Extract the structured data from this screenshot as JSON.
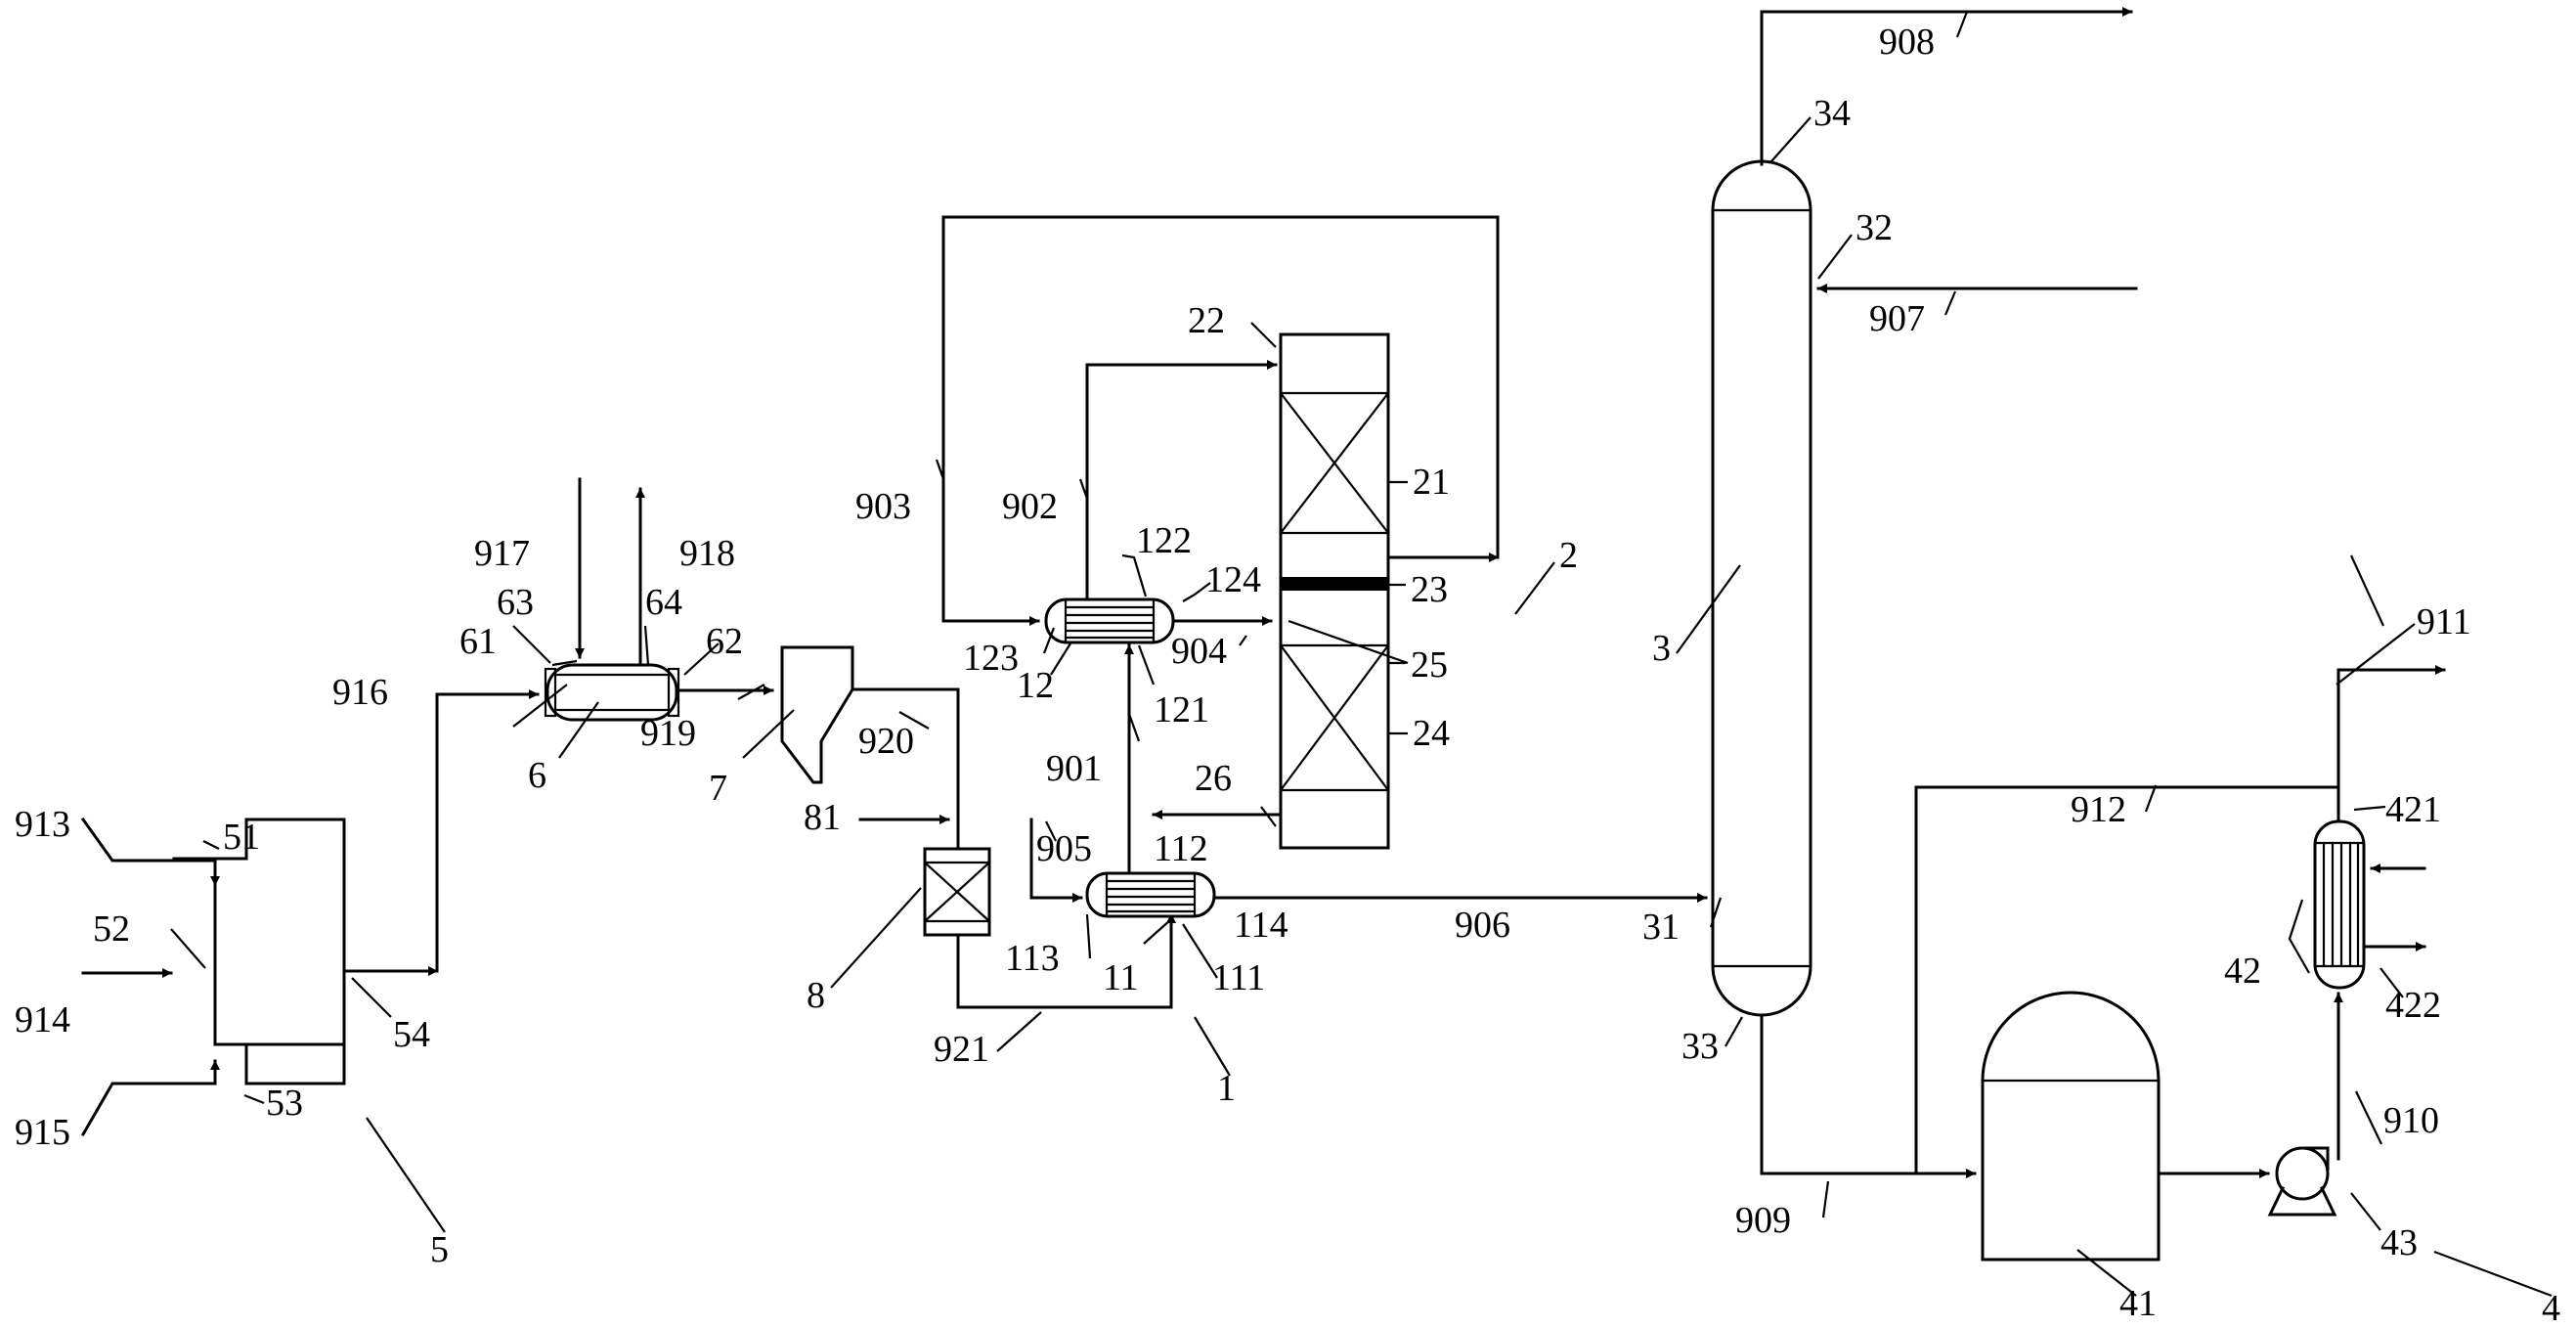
{
  "labels": {
    "l1": "1",
    "l11": "11",
    "l111": "111",
    "l112": "112",
    "l113": "113",
    "l114": "114",
    "l12": "12",
    "l121": "121",
    "l122": "122",
    "l123": "123",
    "l124": "124",
    "l2": "2",
    "l21": "21",
    "l22": "22",
    "l23": "23",
    "l24": "24",
    "l25": "25",
    "l26": "26",
    "l3": "3",
    "l31": "31",
    "l32": "32",
    "l33": "33",
    "l34": "34",
    "l4": "4",
    "l41": "41",
    "l42": "42",
    "l421": "421",
    "l422": "422",
    "l43": "43",
    "l5": "5",
    "l51": "51",
    "l52": "52",
    "l53": "53",
    "l54": "54",
    "l6": "6",
    "l61": "61",
    "l62": "62",
    "l63": "63",
    "l64": "64",
    "l7": "7",
    "l8": "8",
    "l81": "81",
    "l901": "901",
    "l902": "902",
    "l903": "903",
    "l904": "904",
    "l905": "905",
    "l906": "906",
    "l907": "907",
    "l908": "908",
    "l909": "909",
    "l910": "910",
    "l911": "911",
    "l912": "912",
    "l913": "913",
    "l914": "914",
    "l915": "915",
    "l916": "916",
    "l917": "917",
    "l918": "918",
    "l919": "919",
    "l920": "920",
    "l921": "921"
  }
}
